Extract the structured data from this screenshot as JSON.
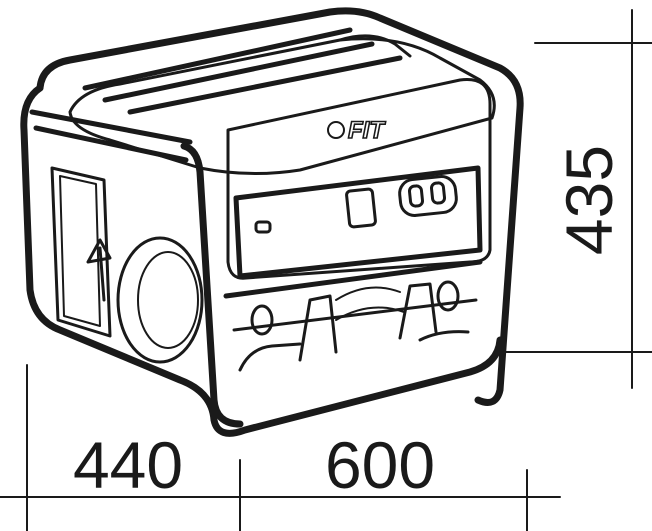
{
  "figure": {
    "brand_logo": "FIT",
    "dimensions": {
      "depth": "440",
      "width": "600",
      "height": "435"
    }
  }
}
